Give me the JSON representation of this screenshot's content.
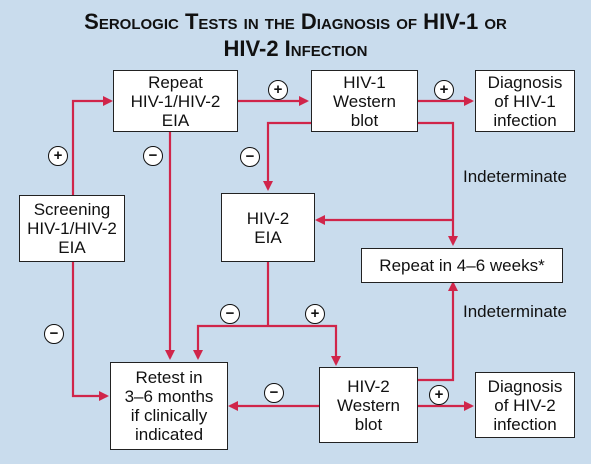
{
  "title": {
    "line1": "Serologic Tests in the Diagnosis of HIV-1 or",
    "line2": "HIV-2 Infection"
  },
  "boxes": {
    "screening": "Screening\nHIV-1/HIV-2\nEIA",
    "repeat_eia": "Repeat\nHIV-1/HIV-2\nEIA",
    "hiv1_wb": "HIV-1\nWestern\nblot",
    "diag_hiv1": "Diagnosis\nof HIV-1\ninfection",
    "hiv2_eia": "HIV-2\nEIA",
    "repeat_weeks": "Repeat in 4–6 weeks*",
    "retest": "Retest in\n3–6 months\nif clinically\nindicated",
    "hiv2_wb": "HIV-2\nWestern\nblot",
    "diag_hiv2": "Diagnosis\nof HIV-2\ninfection"
  },
  "labels": {
    "indeterminate_1": "Indeterminate",
    "indeterminate_2": "Indeterminate"
  },
  "signs": {
    "plus": "+",
    "minus": "−"
  },
  "colors": {
    "arrow": "#d0254a",
    "background": "#c9dced"
  }
}
